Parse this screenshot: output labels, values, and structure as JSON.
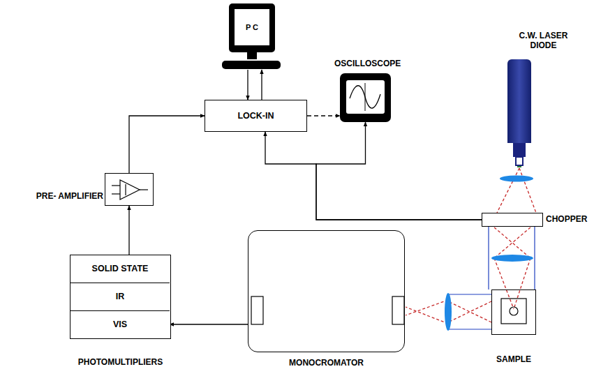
{
  "diagram": {
    "nodes": [
      {
        "text": [
          "P C"
        ]
      },
      {
        "text": [
          "LOCK-IN"
        ]
      },
      {
        "text": [
          "OSCILLOSCOPE"
        ]
      },
      {
        "text": [
          "C.W. LASER DIODE"
        ]
      },
      {
        "text": [
          "PRE- AMPLIFIER"
        ]
      },
      {
        "text": [
          "CHOPPER"
        ]
      },
      {
        "text": [
          "PHOTOMULTIPLIERS"
        ]
      },
      {
        "text": [
          "SOLID STATE"
        ],
        "in": 6
      },
      {
        "text": [
          "IR"
        ],
        "in": 6
      },
      {
        "text": [
          "VIS"
        ],
        "in": 6
      },
      {
        "text": [
          "MONOCROMATOR"
        ]
      },
      {
        "text": [
          "SAMPLE"
        ]
      }
    ],
    "edges": [
      {
        "from": 0,
        "to": 1,
        "arrow": "to"
      },
      {
        "from": 1,
        "to": 0,
        "arrow": "to"
      },
      {
        "from": 1,
        "to": 2,
        "arrow": "to"
      },
      {
        "from": 5,
        "to": 1,
        "arrow": "to"
      },
      {
        "from": 5,
        "to": 2,
        "arrow": "to"
      },
      {
        "from": 4,
        "to": 1,
        "arrow": "to"
      },
      {
        "from": 6,
        "to": 4,
        "arrow": "to"
      },
      {
        "from": 10,
        "to": 9,
        "arrow": "to"
      }
    ]
  }
}
